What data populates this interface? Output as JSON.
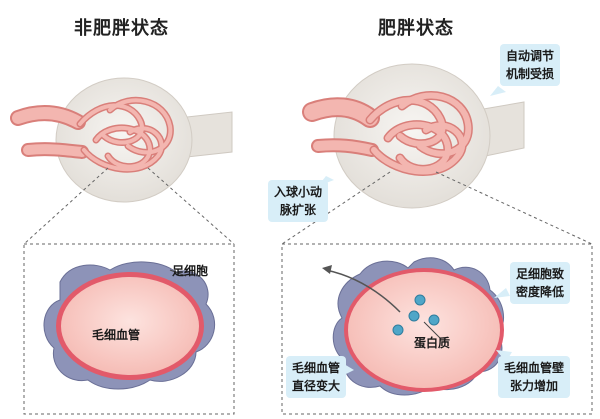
{
  "panels": {
    "left": {
      "title": "非肥胖状态",
      "zoom_label": "毛细血管",
      "podocyte_label": "足细胞"
    },
    "right": {
      "title": "肥胖状态",
      "callout_top": "自动调节\n机制受损",
      "callout_left": "入球小动\n脉扩张",
      "callout_podocyte": "足细胞致\n密度降低",
      "callout_capillary": "毛细血管\n直径变大",
      "callout_wall": "毛细血管壁\n张力增加",
      "protein_label": "蛋白质"
    }
  },
  "colors": {
    "capsule": "#ece9e4",
    "vessel": "#f3b6b0",
    "vessel_stroke": "#d97f7a",
    "capillary_fill": "#f9d4cf",
    "capillary_wall": "#e25a6a",
    "podocyte": "#8d93b8",
    "callout_bg": "#d8eef8",
    "protein": "#4fa6c8"
  }
}
